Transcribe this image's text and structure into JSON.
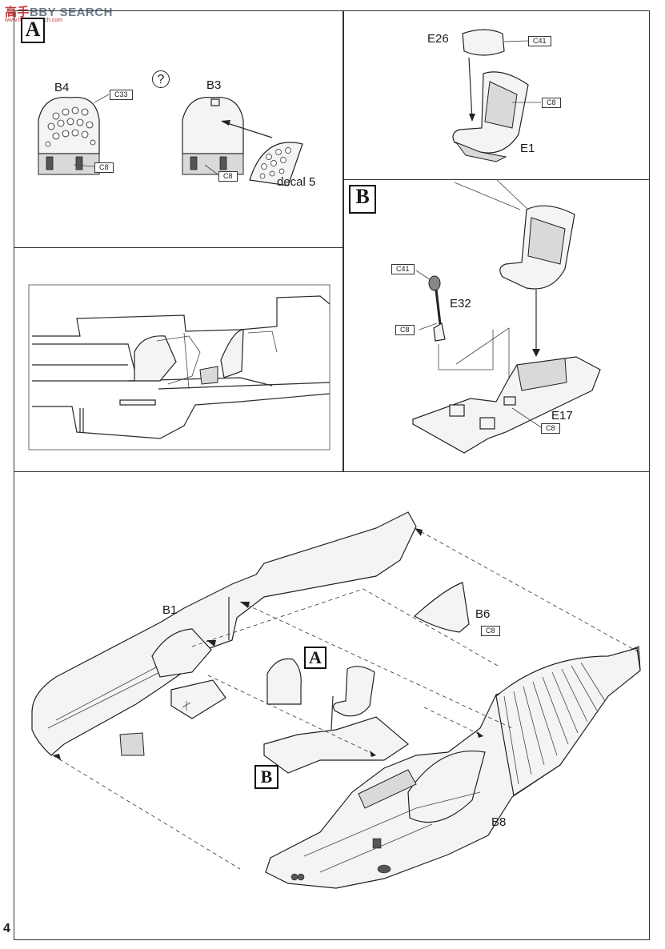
{
  "watermark": {
    "text_a": "高手",
    "text_b": "BBY SEARCH",
    "sub": "www.hobbysearch.com"
  },
  "page_number": "4",
  "steps": {
    "a": "A",
    "b": "B"
  },
  "question_mark": "?",
  "panel_a": {
    "part_b4": "B4",
    "part_b3": "B3",
    "decal": "decal 5",
    "color_c33": "C33",
    "color_c8_1": "C8",
    "color_c8_2": "C8"
  },
  "panel_seat": {
    "part_e26": "E26",
    "part_e1": "E1",
    "color_c41": "C41",
    "color_c8": "C8"
  },
  "panel_b": {
    "part_e32": "E32",
    "part_e17": "E17",
    "color_c41": "C41",
    "color_c8_1": "C8",
    "color_c8_2": "C8"
  },
  "main": {
    "part_b1": "B1",
    "part_b6": "B6",
    "part_b8": "B8",
    "color_c8": "C8"
  },
  "colors": {
    "watermark_red": "#c23b3b",
    "watermark_grey": "#6e7d8c",
    "line": "#2a2a2a"
  }
}
